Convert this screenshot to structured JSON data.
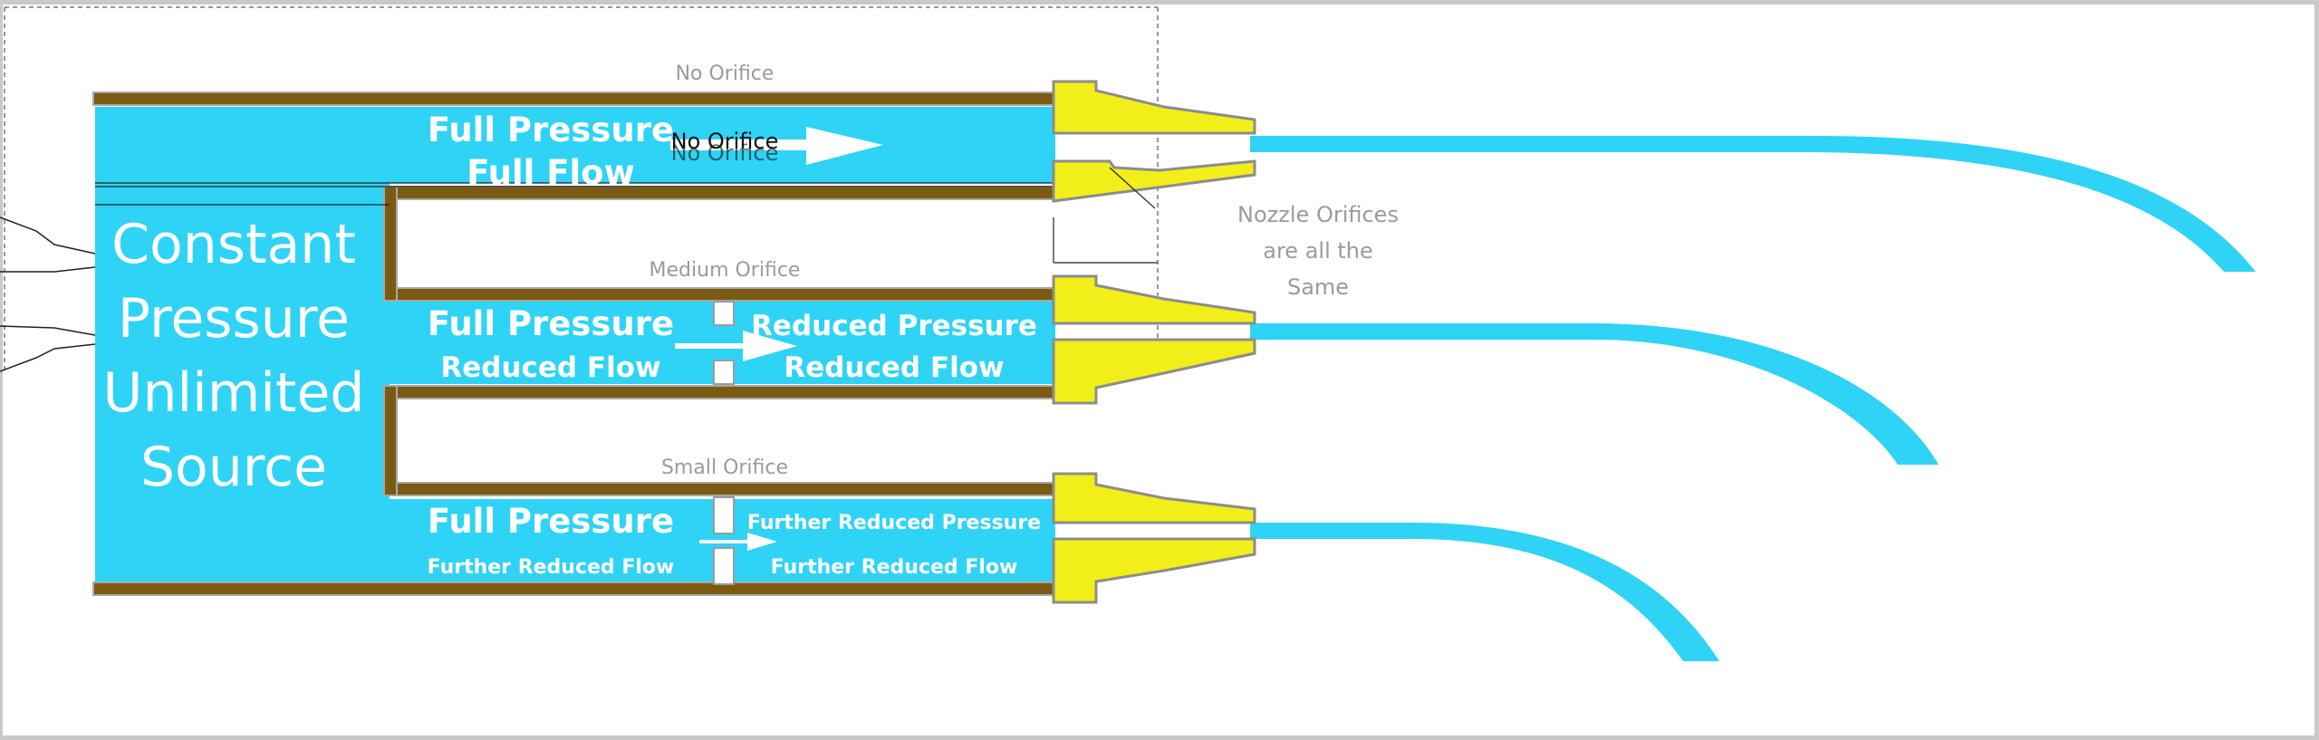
{
  "colors": {
    "water": "#2fd3f5",
    "pipe_wall": "#7b5a12",
    "pipe_edge": "#a8a8a8",
    "nozzle": "#f2ee1a",
    "nozzle_edge": "#8c8c8c",
    "label_white": "#ffffff",
    "label_grey": "#9b9b9b",
    "frame": "#c9c9c9"
  },
  "source": {
    "lines": [
      "Constant",
      "Pressure",
      "Unlimited",
      "Source"
    ]
  },
  "pipes": [
    {
      "id": "top",
      "orifice_label": "No Orifice",
      "overlay_label": "No Orifice",
      "left_labels": [
        "Full Pressure",
        "Full Flow"
      ],
      "right_labels": []
    },
    {
      "id": "middle",
      "orifice_label": "Medium Orifice",
      "left_labels": [
        "Full Pressure",
        "Reduced Flow"
      ],
      "right_labels": [
        "Reduced Pressure",
        "Reduced Flow"
      ]
    },
    {
      "id": "bottom",
      "orifice_label": "Small Orifice",
      "left_labels": [
        "Full Pressure",
        "Further Reduced Flow"
      ],
      "right_labels": [
        "Further Reduced Pressure",
        "Further Reduced Flow"
      ]
    }
  ],
  "nozzle_note": [
    "Nozzle Orifices",
    "are all the",
    "Same"
  ]
}
